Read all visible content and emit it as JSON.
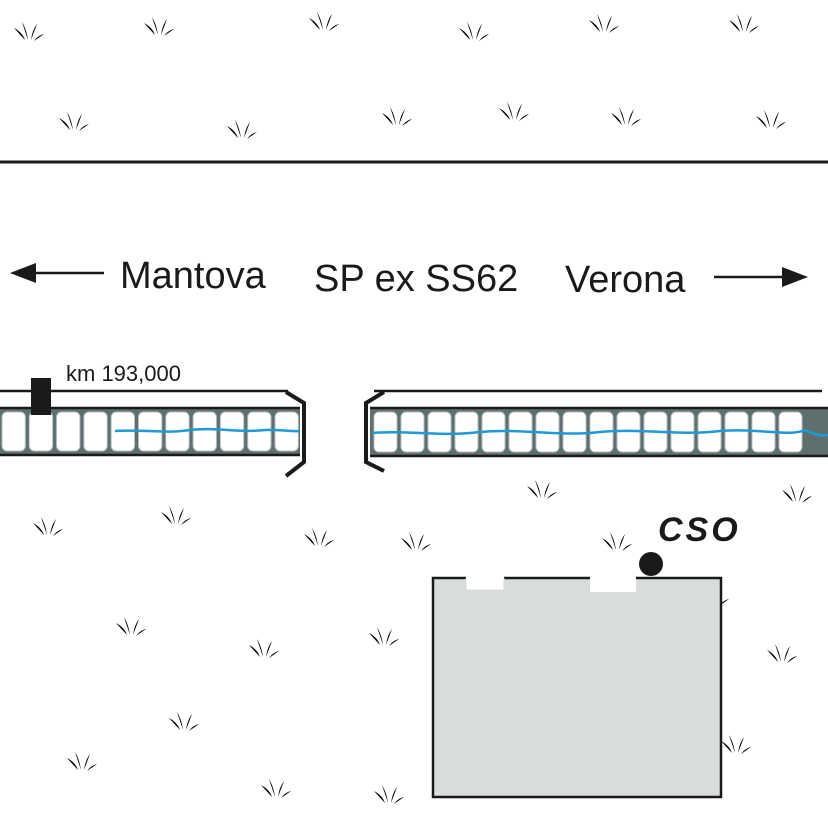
{
  "labels": {
    "left_city": "Mantova",
    "road_name": "SP ex SS62",
    "right_city": "Verona",
    "kilometre_marker": "km 193,000",
    "site": "CSO"
  },
  "colors": {
    "line": "#1a1a1a",
    "ditch_fill": "#5f6e6e",
    "water": "#1e9ad6",
    "grass": "#2e9a6a",
    "building": "#d9dcdc",
    "site_marker": "#1a1a1a"
  },
  "icons": [
    "arrow-left-icon",
    "arrow-right-icon",
    "kilometre-post-icon",
    "grass-tuft-icon",
    "site-point-icon"
  ]
}
